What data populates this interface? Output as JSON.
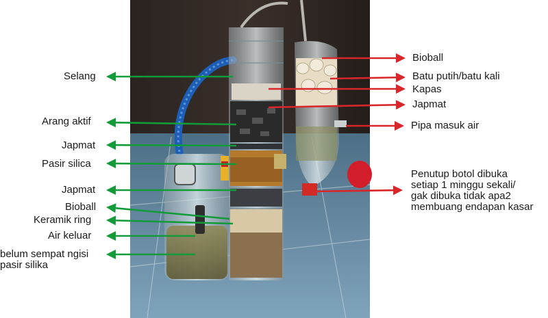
{
  "left_labels": [
    {
      "id": "selang",
      "text": "Selang"
    },
    {
      "id": "arang-aktif",
      "text": "Arang aktif"
    },
    {
      "id": "japmat-1",
      "text": "Japmat"
    },
    {
      "id": "pasir-silica",
      "text": "Pasir silica"
    },
    {
      "id": "japmat-2",
      "text": "Japmat"
    },
    {
      "id": "bioball",
      "text": "Bioball"
    },
    {
      "id": "keramik-ring",
      "text": "Keramik ring"
    },
    {
      "id": "air-keluar",
      "text": "Air keluar"
    },
    {
      "id": "belum-sempat",
      "lines": [
        "belum sempat ngisi",
        "pasir silika"
      ]
    }
  ],
  "right_labels": [
    {
      "id": "bioball",
      "text": "Bioball"
    },
    {
      "id": "batu-putih",
      "text": "Batu putih/batu kali"
    },
    {
      "id": "kapas",
      "text": "Kapas"
    },
    {
      "id": "japmat",
      "text": "Japmat"
    },
    {
      "id": "pipa-masuk",
      "text": "Pipa masuk air"
    },
    {
      "id": "penutup",
      "lines": [
        "Penutup botol dibuka",
        "setiap 1 minggu sekali/",
        "gak dibuka tidak apa2",
        "membuang endapan kasar"
      ]
    }
  ],
  "colors": {
    "left_arrow": "#139b3a",
    "right_arrow": "#d8262b"
  }
}
